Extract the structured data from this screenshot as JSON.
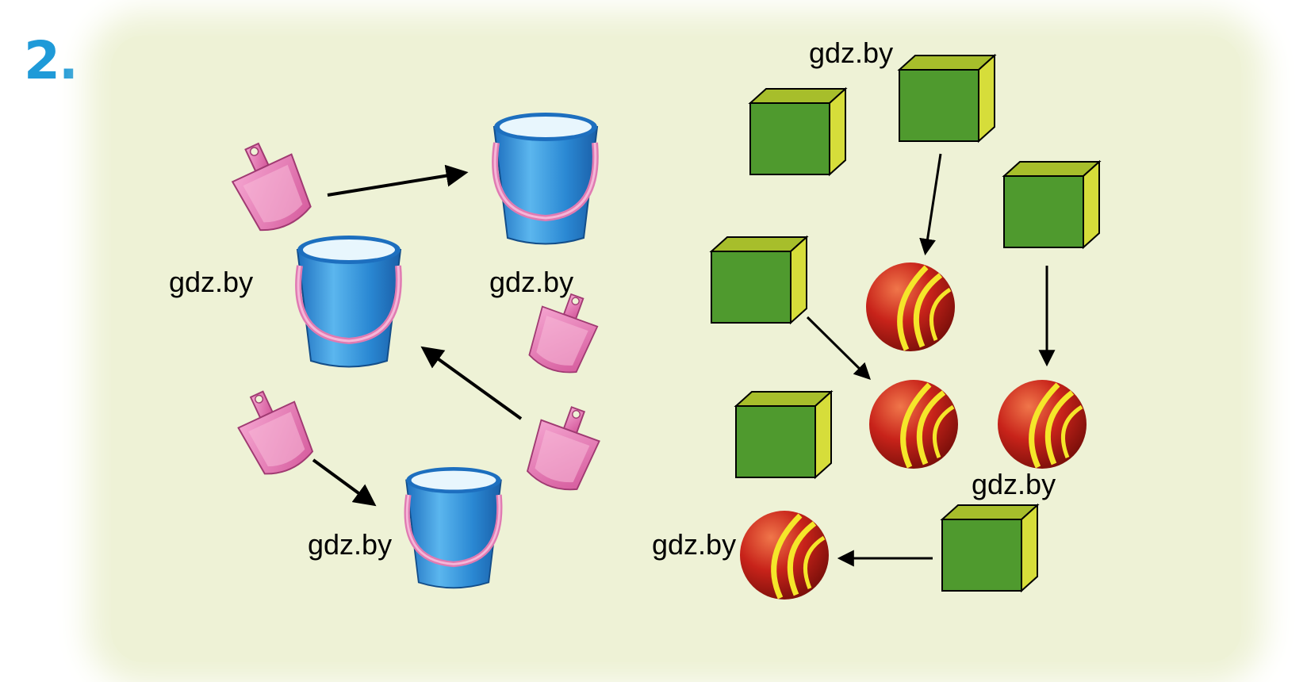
{
  "task": {
    "number": "2."
  },
  "watermarks": [
    "gdz.by",
    "gdz.by",
    "gdz.by",
    "gdz.by",
    "gdz.by",
    "gdz.by"
  ],
  "colors": {
    "background": "#eef2d6",
    "task_number": "#1f9ad8",
    "bucket": "#2f8fd6",
    "scoop": "#e06aa8",
    "cube_front": "#4f9a2e",
    "cube_side": "#c9d63a",
    "ball": "#c8231a",
    "ball_stripe": "#f5e62a",
    "arrow": "#000000"
  },
  "left_scene": {
    "items": [
      "scoop",
      "bucket",
      "bucket",
      "scoop",
      "scoop",
      "scoop",
      "bucket"
    ]
  },
  "right_scene": {
    "items": [
      "cube",
      "cube",
      "cube",
      "cube",
      "cube",
      "cube",
      "ball",
      "ball",
      "ball",
      "ball"
    ]
  }
}
